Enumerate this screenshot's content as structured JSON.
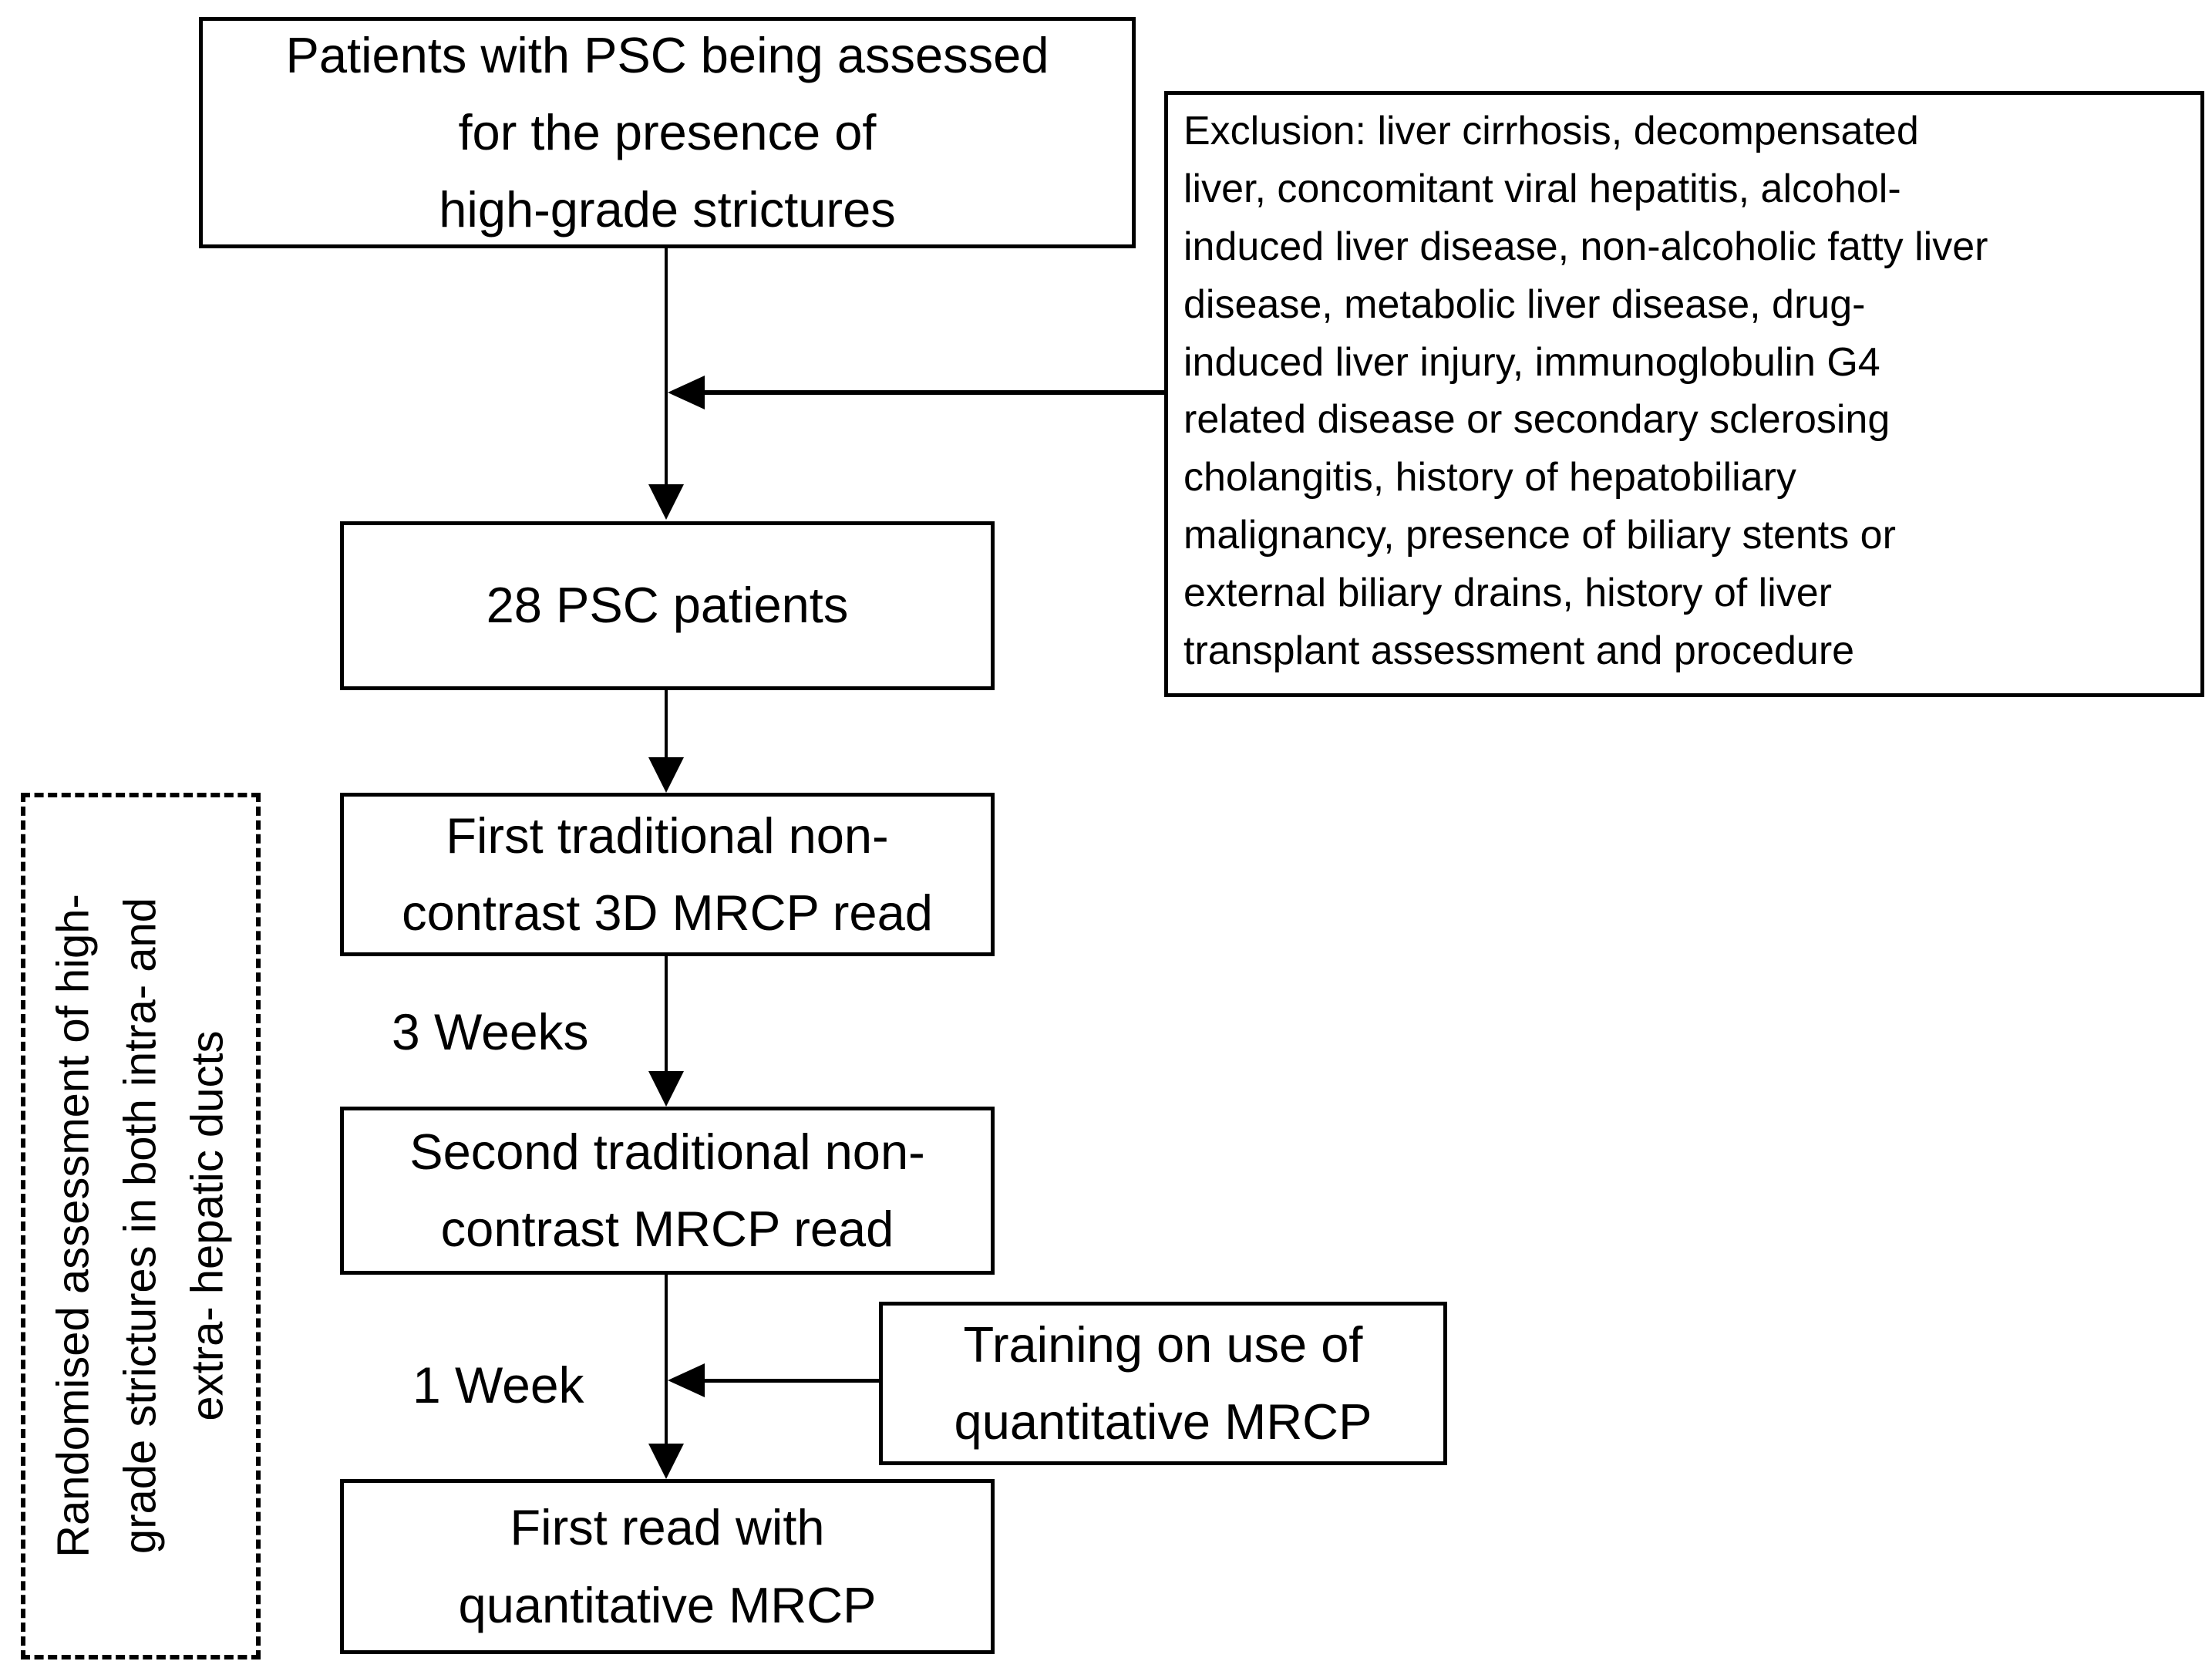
{
  "nodes": {
    "screening": "Patients with PSC being assessed\nfor the presence of\nhigh-grade strictures",
    "exclusion": "Exclusion: liver cirrhosis, decompensated\nliver, concomitant viral hepatitis, alcohol-\ninduced liver disease, non-alcoholic fatty liver\ndisease, metabolic liver disease, drug-\ninduced liver injury, immunoglobulin G4\nrelated disease or secondary sclerosing\ncholangitis, history of hepatobiliary\nmalignancy, presence of biliary stents or\nexternal biliary drains, history of liver\ntransplant assessment and procedure",
    "cohort": "28 PSC patients",
    "first_read": "First traditional non-\ncontrast 3D MRCP read",
    "second_read": "Second traditional non-\ncontrast MRCP read",
    "training": "Training on use of\nquantitative MRCP",
    "quant_read": "First read with\nquantitative MRCP",
    "side_note": "Randomised assessment of high-\ngrade strictures in both intra- and\nextra- hepatic ducts"
  },
  "labels": {
    "between_first_second": "3 Weeks",
    "between_second_quant": "1 Week"
  },
  "colors": {
    "ink": "#000000",
    "background": "#ffffff"
  }
}
